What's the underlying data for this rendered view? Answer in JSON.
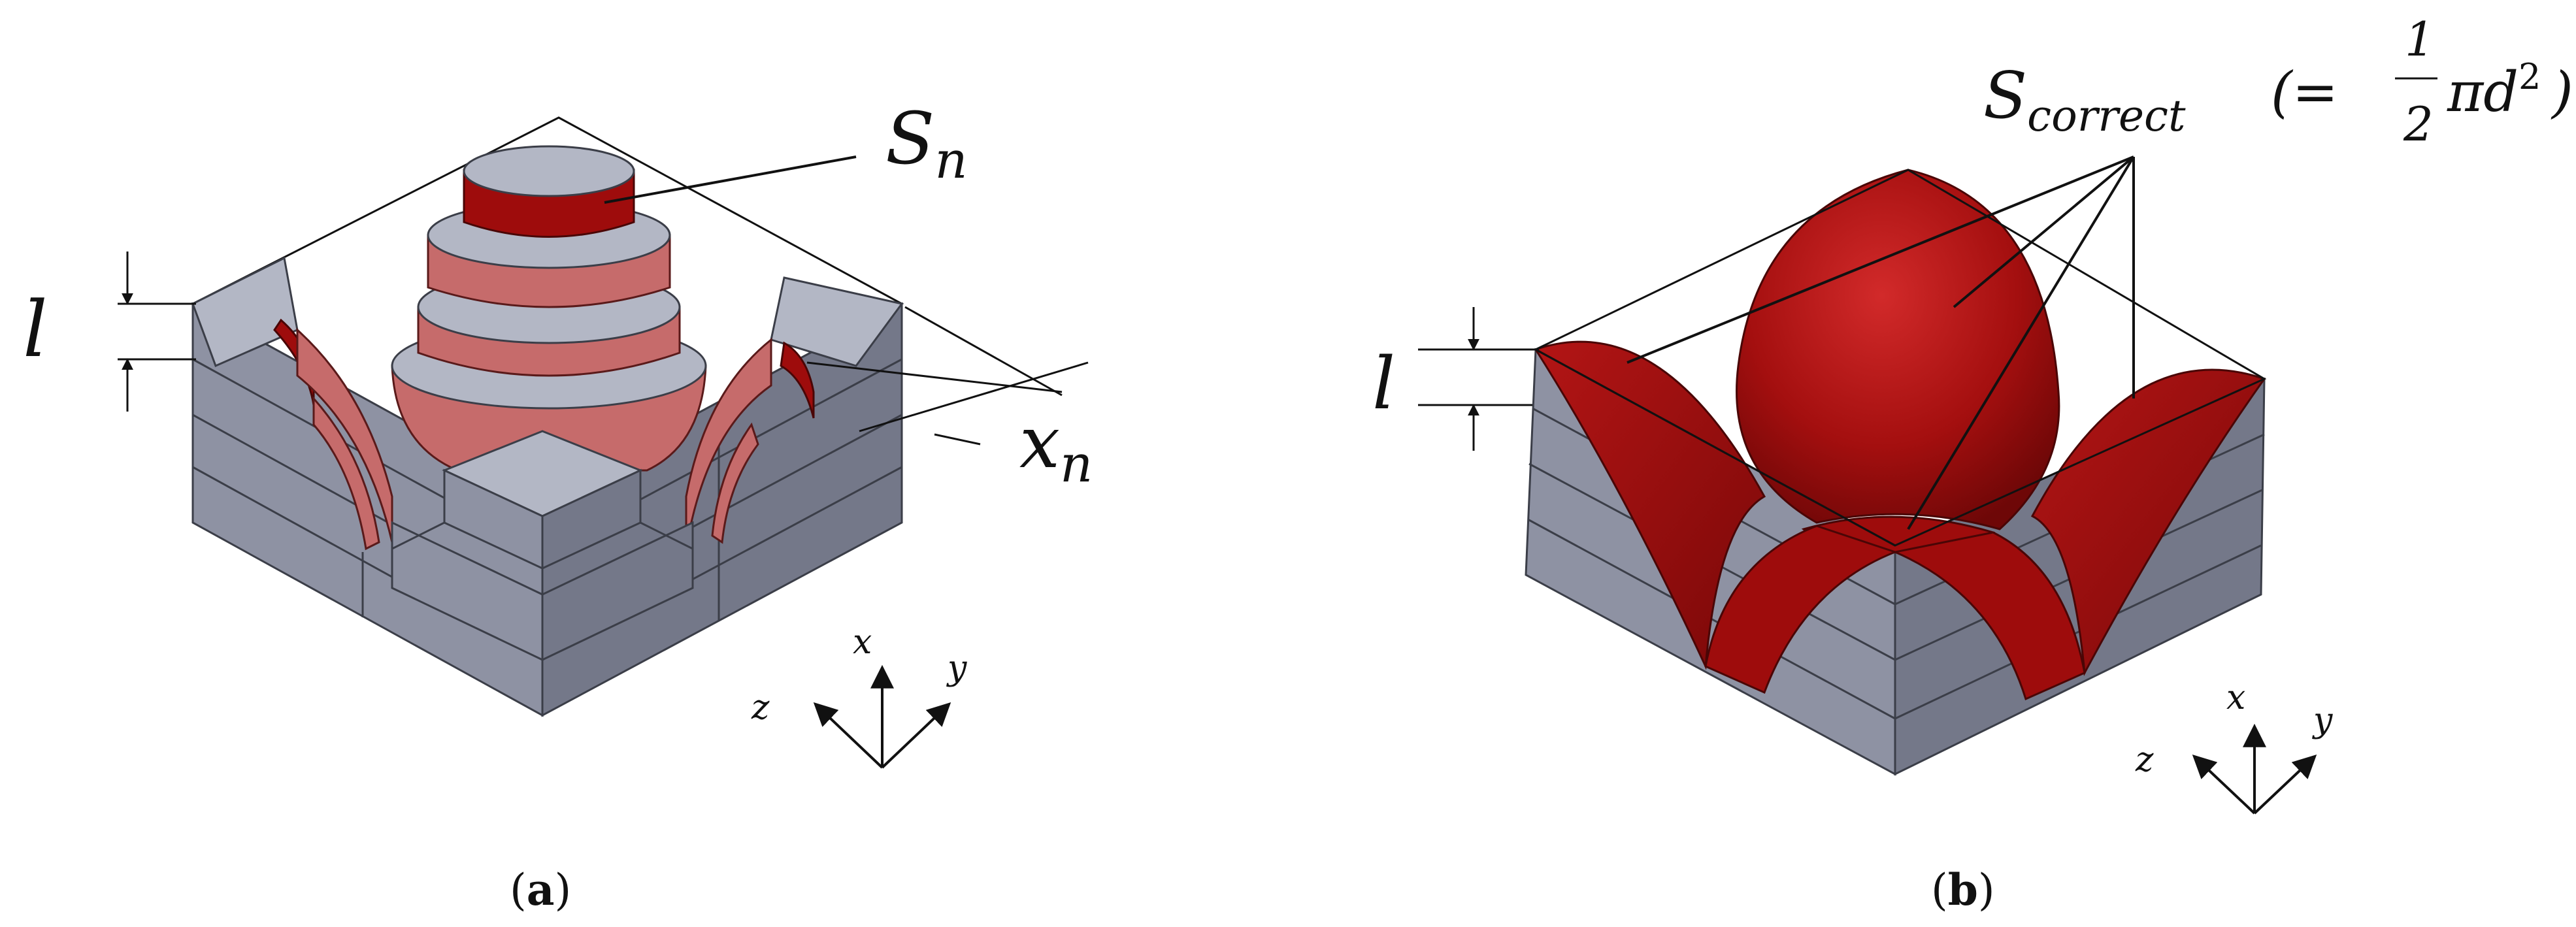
{
  "panel_a": {
    "label_section": "S",
    "label_section_sub": "n",
    "label_layer": "l",
    "label_offset": "x",
    "label_offset_sub": "n",
    "caption_open": "(",
    "caption_letter": "a",
    "caption_close": ")",
    "axes": {
      "x": "x",
      "y": "y",
      "z": "z"
    }
  },
  "panel_b": {
    "label_surface": "S",
    "label_surface_sub": "correct",
    "formula_open": "(=",
    "formula_num": "1",
    "formula_den": "2",
    "formula_rest": "πd",
    "formula_exp": "2",
    "formula_close": ")",
    "label_layer": "l",
    "caption_open": "(",
    "caption_letter": "b",
    "caption_close": ")",
    "axes": {
      "x": "x",
      "y": "y",
      "z": "z"
    }
  },
  "colors": {
    "steel_top": "#b3b7c5",
    "steel_side": "#8e92a3",
    "red": "#9e0c0c",
    "red_band": "#c66b6b"
  }
}
